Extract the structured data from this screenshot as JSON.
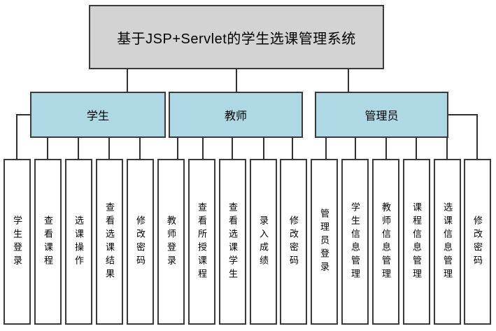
{
  "diagram": {
    "title": "基于JSP+Servlet的学生选课管理系统",
    "groups": [
      {
        "label": "学生",
        "children": [
          "学生登录",
          "查看课程",
          "选课操作",
          "查看选课结果",
          "修改密码"
        ]
      },
      {
        "label": "教师",
        "children": [
          "教师登录",
          "查看所授课程",
          "查看选课学生",
          "录入成绩",
          "修改密码"
        ]
      },
      {
        "label": "管理员",
        "children": [
          "管理员登录",
          "学生信息管理",
          "教师信息管理",
          "课程信息管理",
          "选课信息管理",
          "修改密码"
        ]
      }
    ],
    "colors": {
      "root_fill": "#d3d3d3",
      "group_fill": "#aed8e4",
      "leaf_fill": "#ffffff",
      "border": "#3a3a3a",
      "line": "#303030",
      "background": "#ffffff"
    }
  }
}
